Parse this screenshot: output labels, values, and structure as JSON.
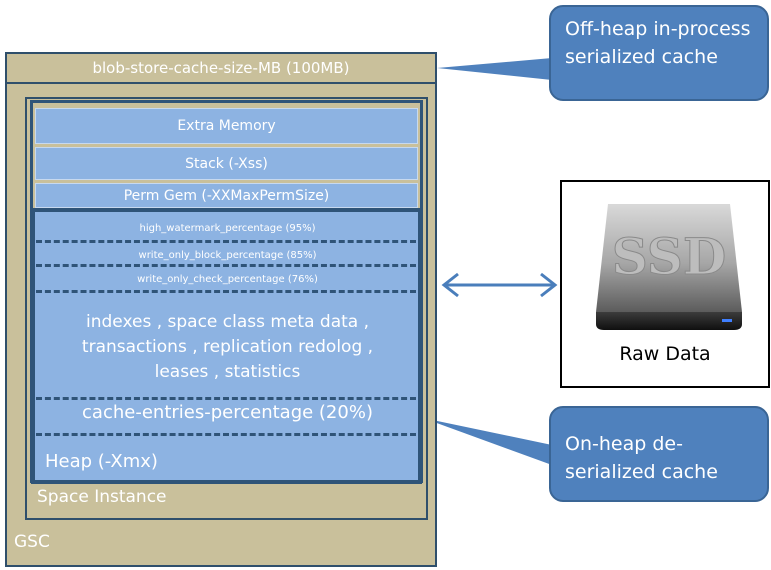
{
  "blob_bar": "blob-store-cache-size-MB  (100MB)",
  "gsc_label": "GSC",
  "space_label": "Space Instance",
  "extra_memory": "Extra Memory",
  "stack": "Stack (-Xss)",
  "perm": "Perm Gem (-XXMaxPermSize)",
  "watermarks": [
    "high_watermark_percentage (95%)",
    "write_only_block_percentage (85%)",
    "write_only_check_percentage (76%)"
  ],
  "meta_lines": [
    "indexes , space class meta data ,",
    "transactions , replication redolog ,",
    "leases , statistics"
  ],
  "cache_entries": "cache-entries-percentage (20%)",
  "heap_label": "Heap (-Xmx)",
  "callouts": {
    "off_heap": "Off-heap in-process serialized cache",
    "on_heap": "On-heap de-serialized cache"
  },
  "raw_data": {
    "label": "Raw Data",
    "icon_text": "SSD"
  }
}
